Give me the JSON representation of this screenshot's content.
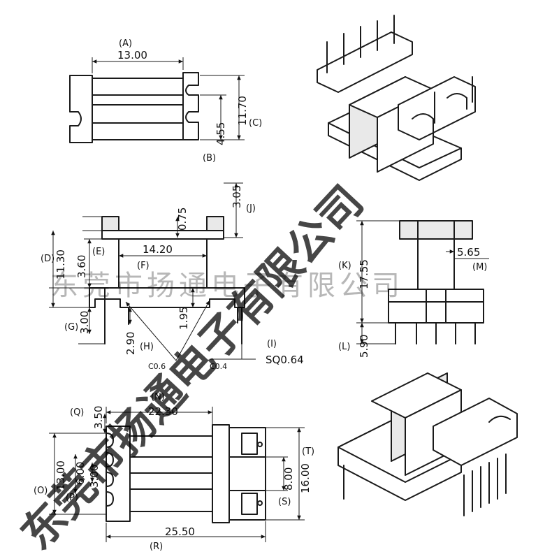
{
  "watermark": {
    "text": "东莞市扬通电子有限公司"
  },
  "dimensions": {
    "A": "(A)",
    "A_val": "13.00",
    "B": "(B)",
    "B_val": "4.55",
    "C": "(C)",
    "C_val": "11.70",
    "D": "(D)",
    "D_val": "11.30",
    "E": "(E)",
    "E_val": "3.60",
    "F": "(F)",
    "F_val": "14.20",
    "G": "(G)",
    "G_val": "3.00",
    "H": "(H)",
    "H_val": "2.90",
    "I": "(I)",
    "I_val": "SQ0.64",
    "J": "(J)",
    "J_val": "3.05",
    "top_small": "0.75",
    "mid_small": "1.95",
    "chamfer1": "C0.6",
    "chamfer2": "C0.4",
    "K": "(K)",
    "K_val": "17.55",
    "L": "(L)",
    "L_val": "5.90",
    "M": "(M)",
    "M_val": "5.65",
    "N": "(N)",
    "N_val": "22.30",
    "O": "(O)",
    "O_val": "13.00",
    "P": "(P)",
    "P_val": "6.00",
    "P2_val": "3.00",
    "Q": "(Q)",
    "Q_val": "3.50",
    "R": "(R)",
    "R_val": "25.50",
    "S": "(S)",
    "S_val": "8.00",
    "T": "(T)",
    "T_val": "16.00"
  }
}
